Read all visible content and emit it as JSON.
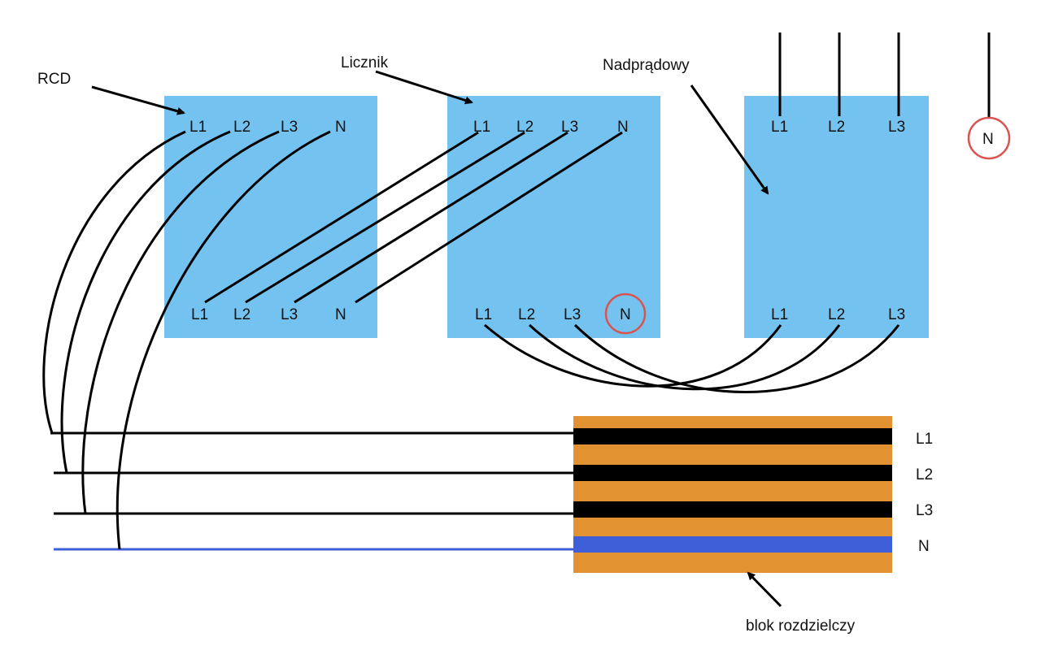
{
  "annotations": {
    "rcd": "RCD",
    "licznik": "Licznik",
    "nadpradowy": "Nadprądowy",
    "blok": "blok rozdzielczy"
  },
  "terminals": {
    "l1": "L1",
    "l2": "L2",
    "l3": "L3",
    "n": "N"
  },
  "bus_labels": [
    "L1",
    "L2",
    "L3",
    "N"
  ],
  "colors": {
    "device": "#74c2f0",
    "busbar_block": "#e39232",
    "phase_bar": "#000000",
    "neutral_bar": "#3f5fd9",
    "highlight_circle": "#d9534f"
  }
}
